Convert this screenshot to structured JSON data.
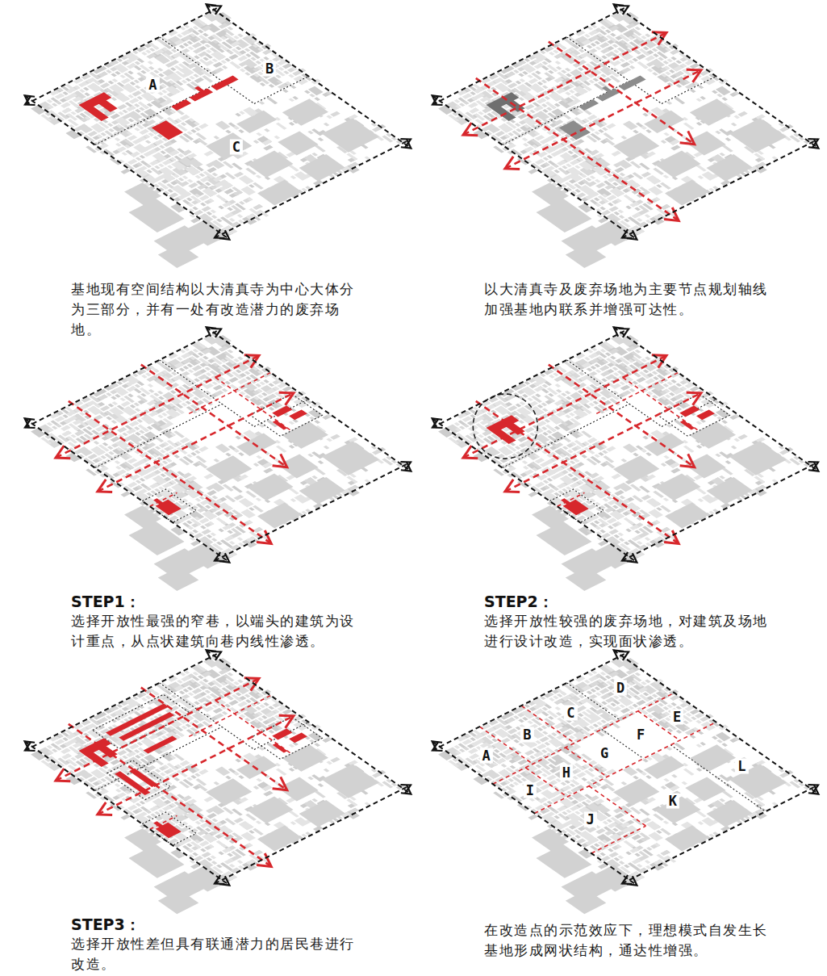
{
  "diagram": {
    "labels": [
      "A",
      "B",
      "C",
      "基地现有空间结构以大清真寺为中心大体分为三部分，并有一处有改造潜力的废弃场地。",
      "以大清真寺及废弃场地为主要节点规划轴线加强基地内联系并增强可达性。",
      "STEP1：",
      "选择开放性最强的窄巷，以端头的建筑为设计重点，从点状建筑向巷内线性渗透。",
      "STEP2：",
      "选择开放性较强的废弃场地，对建筑及场地进行设计改造，实现面状渗透。",
      "STEP3：",
      "选择开放性差但具有联通潜力的居民巷进行改造。",
      "A",
      "B",
      "C",
      "D",
      "E",
      "F",
      "G",
      "H",
      "I",
      "J",
      "K",
      "L",
      "在改造点的示范效应下，理想模式自发生长基地形成网状结构，通达性增强。"
    ]
  }
}
